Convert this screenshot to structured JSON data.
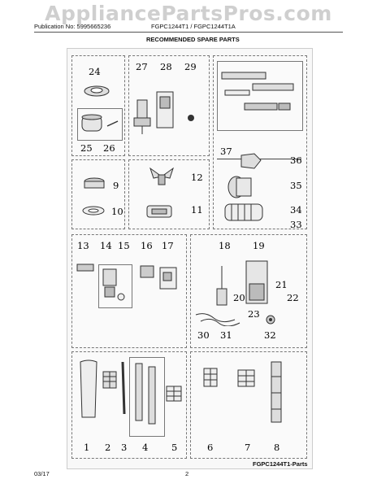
{
  "watermark": "AppliancePartsPros.com",
  "header": {
    "publication": "Publication No: 5995665236",
    "models": "FGPC1244T1 / FGPC1244T1A",
    "section_title": "RECOMMENDED SPARE PARTS"
  },
  "callouts": {
    "n1": "1",
    "n2": "2",
    "n3": "3",
    "n4": "4",
    "n5": "5",
    "n6": "6",
    "n7": "7",
    "n8": "8",
    "n9": "9",
    "n10": "10",
    "n11": "11",
    "n12": "12",
    "n13": "13",
    "n14": "14",
    "n15": "15",
    "n16": "16",
    "n17": "17",
    "n18": "18",
    "n19": "19",
    "n20": "20",
    "n21": "21",
    "n22": "22",
    "n23": "23",
    "n24": "24",
    "n25": "25",
    "n26": "26",
    "n27": "27",
    "n28": "28",
    "n29": "29",
    "n30": "30",
    "n31": "31",
    "n32": "32",
    "n33": "33",
    "n34": "34",
    "n35": "35",
    "n36": "36",
    "n37": "37"
  },
  "diagram_label": "FGPC1244T1-Parts",
  "footer": {
    "date": "03/17",
    "page": "2"
  }
}
